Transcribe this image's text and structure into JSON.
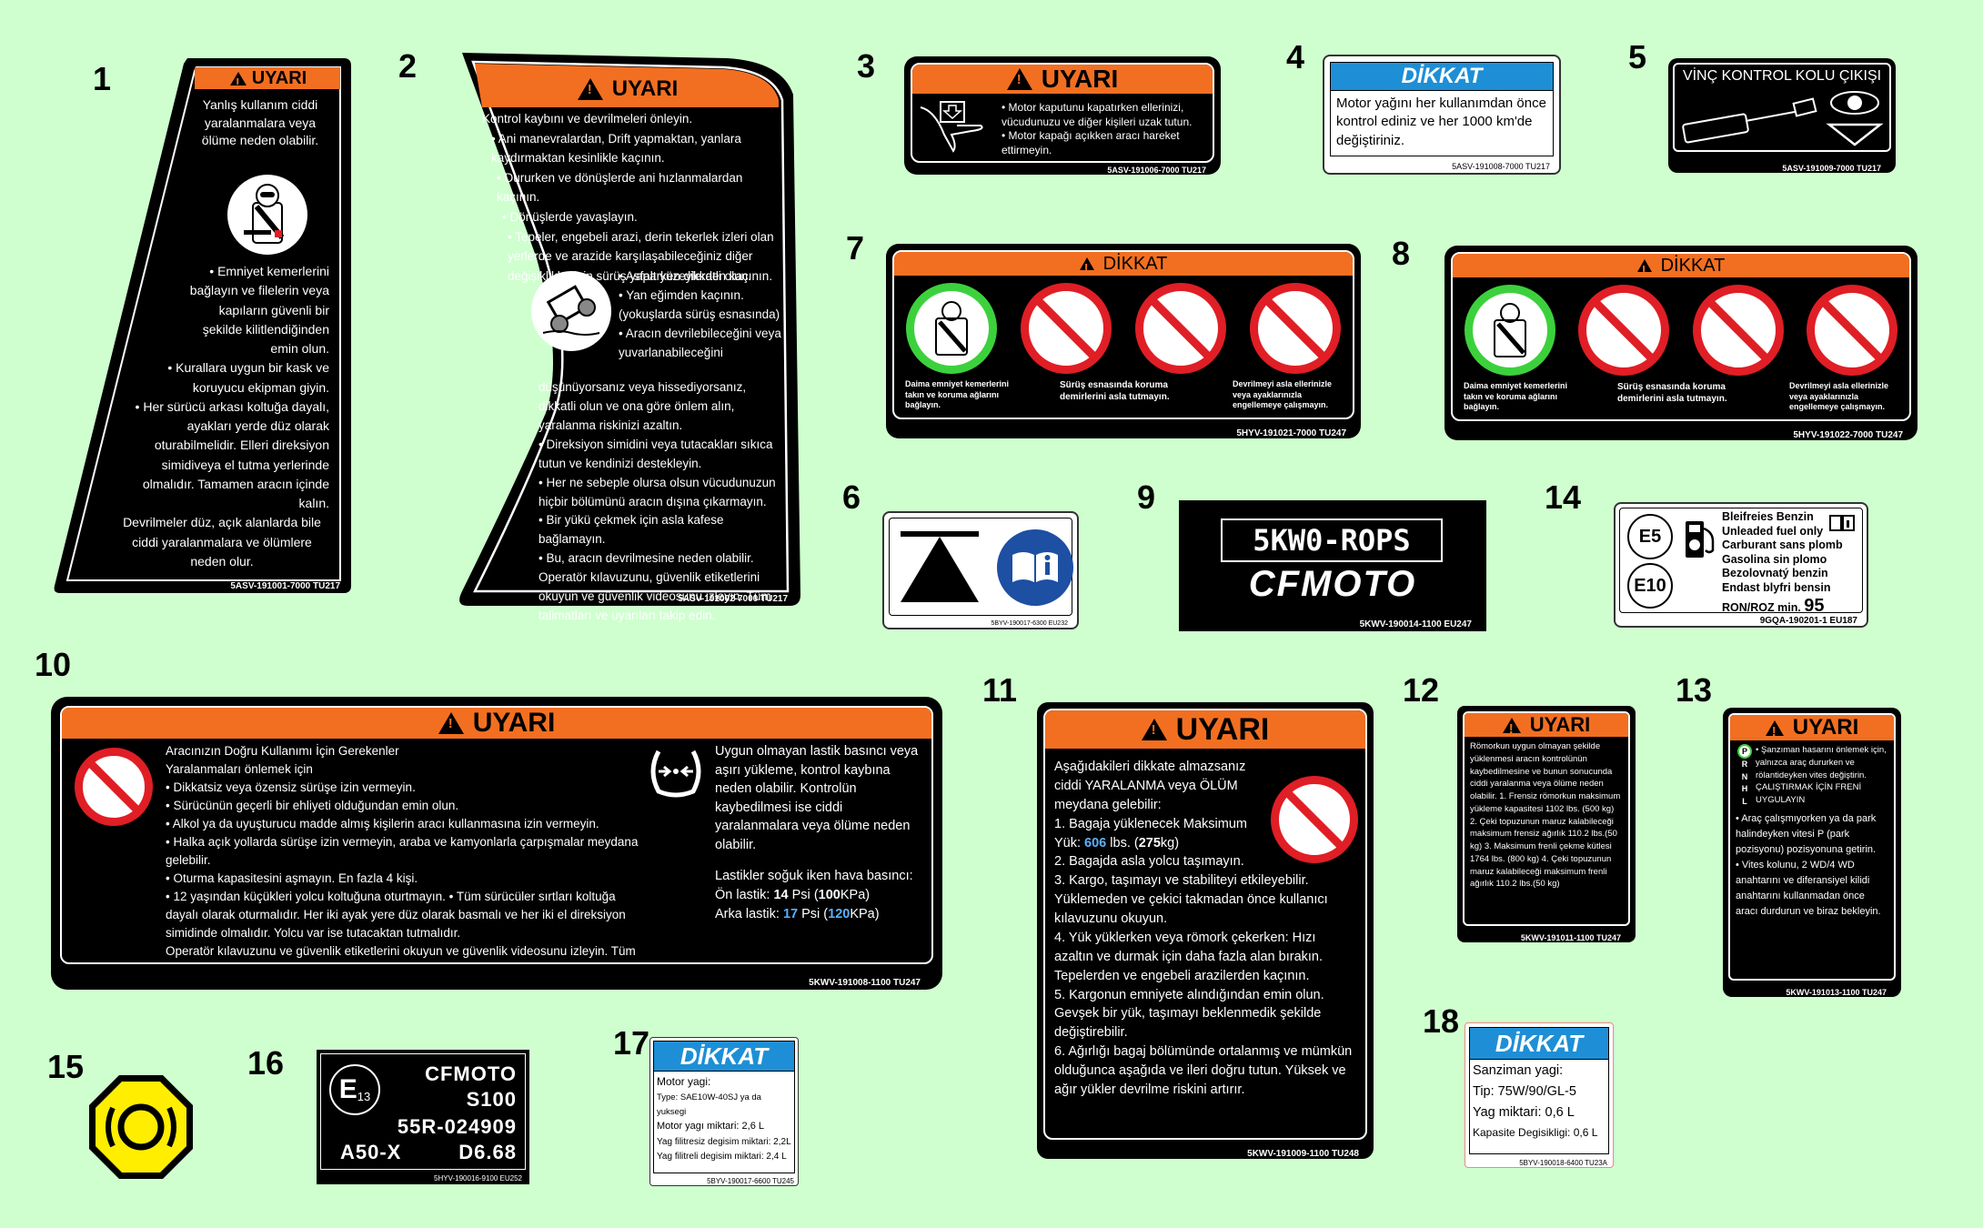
{
  "colors": {
    "background": "#cfffcf",
    "warning_orange": "#f26f21",
    "caution_blue": "#1e8fd6",
    "label_black": "#000000",
    "prohibit_red": "#e01e25",
    "ok_green": "#3cd13c",
    "highlight_blue": "#5bb0ff",
    "yellow": "#ffee00"
  },
  "labels": {
    "l1": {
      "number": "1",
      "header": "UYARI",
      "intro": "Yanlış kullanım ciddi yaralanmalara veya ölüme neden olabilir.",
      "icon": "seatbelt-icon",
      "lines": [
        "• Emniyet kemerlerini bağlayın ve filelerin veya kapıların güvenli bir şekilde kilitlendiğinden emin olun.",
        "• Kurallara uygun bir kask ve koruyucu ekipman giyin.",
        "• Her sürücü arkası koltuğa dayalı, ayakları yerde düz olarak oturabilmelidir. Elleri direksiyon simidiveya el tutma yerlerinde olmalıdır. Tamamen aracın içinde kalın.",
        "Devrilmeler düz, açık alanlarda bile ciddi yaralanmalara ve ölümlere neden olur."
      ],
      "code": "5ASV-191001-7000   TU217"
    },
    "l2": {
      "number": "2",
      "header": "UYARI",
      "lines_top": [
        "Kontrol kaybını ve devrilmeleri önleyin.",
        "• Ani manevralardan, Drift yapmaktan, yanlara kaydırmaktan kesinlikle kaçının.",
        "• Dururken ve dönüşlerde ani hızlanmalardan kaçının.",
        "• Dönüşlerde yavaşlayın.",
        "• Tepeler, engebeli arazi, derin tekerlek izleri olan yerlerde ve arazide karşılaşabileceğiniz diğer değişiklikler için sürüş yaparken dikkatli olun."
      ],
      "lines_side": [
        "• Asfalt yüzeylerden kaçının.",
        "• Yan eğimden kaçının. (yokuşlarda sürüş esnasında)",
        "• Aracın devrilebileceğini veya yuvarlanabileceğini"
      ],
      "lines_bottom": [
        "düşünüyorsanız veya hissediyorsanız, dikkatli olun ve ona göre önlem alın, yaralanma riskinizi azaltın.",
        "• Direksiyon simidini veya tutacakları sıkıca tutun ve kendinizi destekleyin.",
        "• Her ne sebeple olursa olsun vücudunuzun hiçbir bölümünü aracın dışına çıkarmayın.",
        "• Bir yükü çekmek için asla kafese bağlamayın.",
        "• Bu, aracın devrilmesine neden olabilir.",
        "Operatör kılavuzunu, güvenlik etiketlerini okuyun ve güvenlik videosunu izleyin. Tüm talimatları ve uyarıları takip edin."
      ],
      "icon": "rollover-icon",
      "code": "5ASV-191002-7000   TU217"
    },
    "l3": {
      "number": "3",
      "header": "UYARI",
      "lines": [
        "• Motor kaputunu kapatırken ellerinizi, vücudunuzu ve diğer kişileri uzak tutun.",
        "• Motor kapağı açıkken aracı hareket ettirmeyin."
      ],
      "icon": "hand-pinch-icon",
      "code": "5ASV-191006-7000   TU217"
    },
    "l4": {
      "number": "4",
      "header": "DİKKAT",
      "text": "Motor yağını her kullanımdan önce kontrol ediniz ve her 1000 km'de değiştiriniz.",
      "code": "5ASV-191008-7000   TU217"
    },
    "l5": {
      "number": "5",
      "header": "VİNÇ KONTROL KOLU ÇIKIŞI",
      "icon": "winch-connector-icon",
      "code": "5ASV-191009-7000   TU217"
    },
    "l6": {
      "number": "6",
      "icon_left": "tip-over-triangle-icon",
      "icon_right": "read-manual-icon",
      "code": "5BYV-190017-6300   EU232"
    },
    "l7": {
      "number": "7",
      "header": "DİKKAT",
      "captions": [
        "Daima emniyet kemerlerini takın ve koruma ağlarını bağlayın.",
        "Sürüş esnasında koruma demirlerini asla tutmayın.",
        "Devrilmeyi asla ellerinizle veya ayaklarınızla engellemeye çalışmayın."
      ],
      "code": "5HYV-191021-7000   TU247"
    },
    "l8": {
      "number": "8",
      "header": "DİKKAT",
      "captions": [
        "Daima emniyet kemerlerini takın ve koruma ağlarını bağlayın.",
        "Sürüş esnasında koruma demirlerini asla tutmayın.",
        "Devrilmeyi asla ellerinizle veya ayaklarınızla engellemeye çalışmayın."
      ],
      "code": "5HYV-191022-7000   TU247"
    },
    "l9": {
      "number": "9",
      "model": "5KW0-ROPS",
      "brand": "CFMOTO",
      "code": "5KWV-190014-1100   EU247"
    },
    "l10": {
      "number": "10",
      "header": "UYARI",
      "left_lines": [
        "Aracınızın Doğru Kullanımı İçin Gerekenler",
        "Yaralanmaları önlemek için",
        "• Dikkatsiz veya özensiz sürüşe izin vermeyin.",
        "• Sürücünün geçerli bir ehliyeti olduğundan emin olun.",
        "• Alkol ya da uyuşturucu madde almış kişilerin aracı kullanmasına izin vermeyin.",
        "• Halka açık yollarda sürüşe izin vermeyin, araba ve kamyonlarla çarpışmalar meydana gelebilir.",
        "• Oturma kapasitesini aşmayın. En fazla 4 kişi.",
        "• 12 yaşından küçükleri yolcu koltuğuna oturtmayın. • Tüm sürücüler sırtları koltuğa dayalı olarak oturmalıdır. Her iki ayak yere düz olarak basmalı ve her iki el direksiyon simidinde olmalıdır. Yolcu var ise tutacaktan tutmalıdır.",
        "Operatör kılavuzunu ve güvenlik etiketlerini okuyun ve güvenlik videosunu izleyin. Tüm talimatları ve uyarıları takip edin."
      ],
      "right_text": "Uygun olmayan lastik basıncı veya aşırı yükleme, kontrol kaybına neden olabilir. Kontrolün kaybedilmesi ise ciddi yaralanmalara veya ölüme neden olabilir.",
      "pressure_title": "Lastikler soğuk iken hava basıncı:",
      "front_label": "Ön lastik:",
      "front_psi": "14",
      "front_kpa": "100",
      "rear_label": "Arka lastik:",
      "rear_psi": "17",
      "rear_kpa": "120",
      "psi_unit": "Psi",
      "kpa_unit": "KPa",
      "code": "5KWV-191008-1100   TU247"
    },
    "l11": {
      "number": "11",
      "header": "UYARI",
      "intro": "Aşağıdakileri dikkate almazsanız ciddi YARALANMA veya ÖLÜM meydana gelebilir:",
      "item1_a": "1. Bagaja yüklenecek Maksimum Yük:",
      "item1_lbs": "606",
      "item1_b": "lbs.",
      "item1_kg": "275",
      "lines": [
        "2. Bagajda asla yolcu taşımayın.",
        "3. Kargo, taşımayı ve stabiliteyi etkileyebilir. Yüklemeden ve çekici takmadan önce kullanıcı kılavuzunu okuyun.",
        "4. Yük yüklerken veya römork çekerken: Hızı azaltın ve durmak için daha fazla alan bırakın. Tepelerden ve engebeli arazilerden kaçının.",
        "5. Kargonun emniyete alındığından emin olun. Gevşek bir yük, taşımayı beklenmedik şekilde değiştirebilir.",
        "6. Ağırlığı bagaj bölümünde ortalanmış ve mümkün olduğunca aşağıda ve ileri doğru tutun. Yüksek ve ağır yükler devrilme riskini artırır."
      ],
      "code": "5KWV-191009-1100   TU248"
    },
    "l12": {
      "number": "12",
      "header": "UYARI",
      "text": "Römorkun uygun olmayan şekilde yüklenmesi aracın kontrolünün kaybedilmesine ve bunun sonucunda ciddi yaralanma veya ölüme neden olabilir. 1. Frensiz römorkun maksimum yükleme kapasitesi 1102 lbs. (500 kg) 2. Çeki topuzunun maruz kalabileceği maksimum frensiz ağırlık 110.2 lbs.(50 kg) 3. Maksimum frenli çekme kütlesi 1764 lbs. (800 kg) 4. Çeki topuzunun maruz kalabileceği maksimum frenli ağırlık 110.2 lbs.(50 kg)",
      "code": "5KWV-191011-1100  TU247"
    },
    "l13": {
      "number": "13",
      "header": "UYARI",
      "gears": [
        "P",
        "R",
        "N",
        "H",
        "L"
      ],
      "top_text": "• Şanzıman hasarını önlemek için, yalnızca araç dururken ve rölantideyken vites değiştirin. ÇALIŞTIRMAK İÇİN FRENİ UYGULAYIN",
      "lines": [
        "• Araç çalışmıyorken ya da park halindeyken vitesi P (park pozisyonu) pozisyonuna getirin.",
        "• Vites kolunu, 2 WD/4 WD anahtarını ve diferansiyel kilidi anahtarını kullanmadan önce aracı durdurun ve biraz bekleyin."
      ],
      "code": "5KWV-191013-1100   TU247"
    },
    "l14": {
      "number": "14",
      "e5": "E5",
      "e10": "E10",
      "lines": [
        "Bleifreies Benzin",
        "Unleaded fuel only",
        "Carburant sans plomb",
        "Gasolina sin plomo",
        "Bezolovnatý benzin",
        "Endast blyfri bensin"
      ],
      "ron": "RON/ROZ min.",
      "ron_value": "95",
      "code": "9GQA-190201-1   EU187"
    },
    "l15": {
      "number": "15",
      "icon": "brake-warning-octagon-icon"
    },
    "l16": {
      "number": "16",
      "e_mark": "E",
      "e_num": "13",
      "brand": "CFMOTO",
      "model": "S100",
      "approval": "55R-024909",
      "class": "A50-X",
      "value": "D6.68",
      "code": "5HYV-190016-9100   EU252"
    },
    "l17": {
      "number": "17",
      "header": "DİKKAT",
      "lines": [
        "Motor yagi:",
        "Type: SAE10W-40SJ ya da yuksegi",
        "Motor yagı miktari: 2,6 L",
        "Yag filitresiz degisim miktari: 2,2L",
        "Yag filitreli degisim miktari: 2,4 L"
      ],
      "code": "5BYV-190017-6600   TU245"
    },
    "l18": {
      "number": "18",
      "header": "DİKKAT",
      "lines": [
        "Sanziman yagi:",
        "Tip: 75W/90/GL-5",
        "Yag miktari: 0,6 L",
        "Kapasite Degisikligi: 0,6 L"
      ],
      "code": "5BYV-190018-6400   TU23A"
    }
  }
}
